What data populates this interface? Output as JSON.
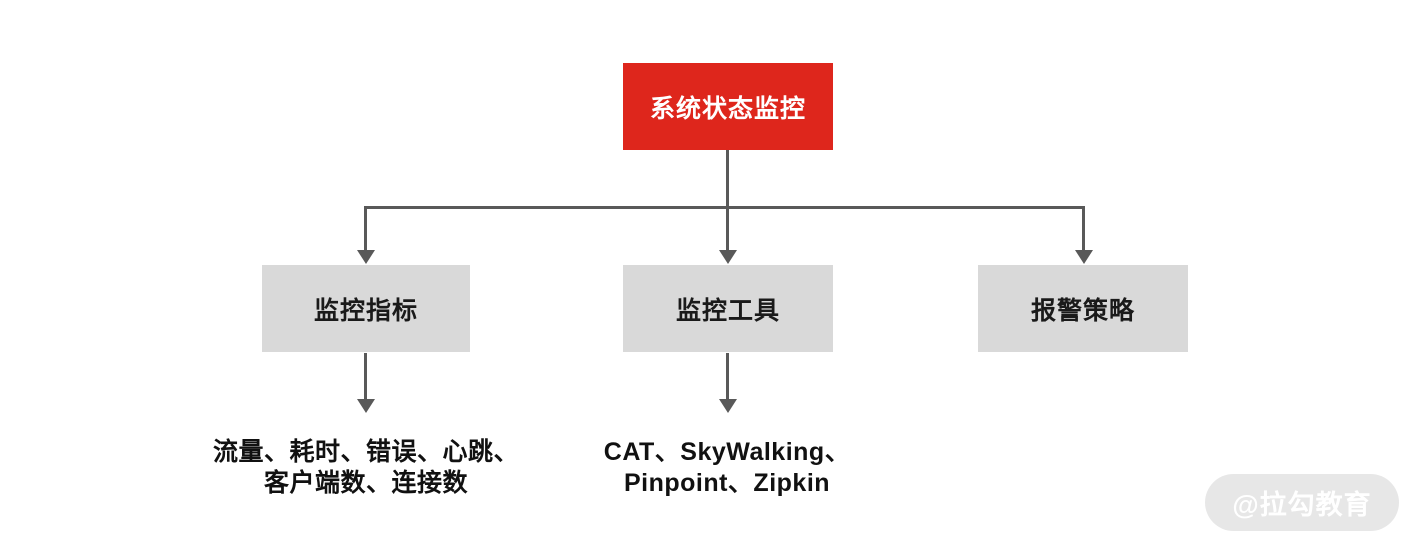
{
  "diagram": {
    "root": {
      "label": "系统状态监控"
    },
    "children": [
      {
        "label": "监控指标",
        "detail_lines": [
          "流量、耗时、错误、心跳、",
          "客户端数、连接数"
        ]
      },
      {
        "label": "监控工具",
        "detail_lines": [
          "CAT、SkyWalking、",
          "Pinpoint、Zipkin"
        ]
      },
      {
        "label": "报警策略",
        "detail_lines": []
      }
    ]
  },
  "watermark": {
    "text": "@拉勾教育"
  },
  "colors": {
    "root_bg": "#de261c",
    "root_text": "#ffffff",
    "child_bg": "#d9d9d9",
    "child_text": "#1a1a1a",
    "connector": "#595959",
    "watermark_bg": "#e7e7e7",
    "watermark_text": "#ffffff",
    "canvas_bg": "#ffffff"
  }
}
